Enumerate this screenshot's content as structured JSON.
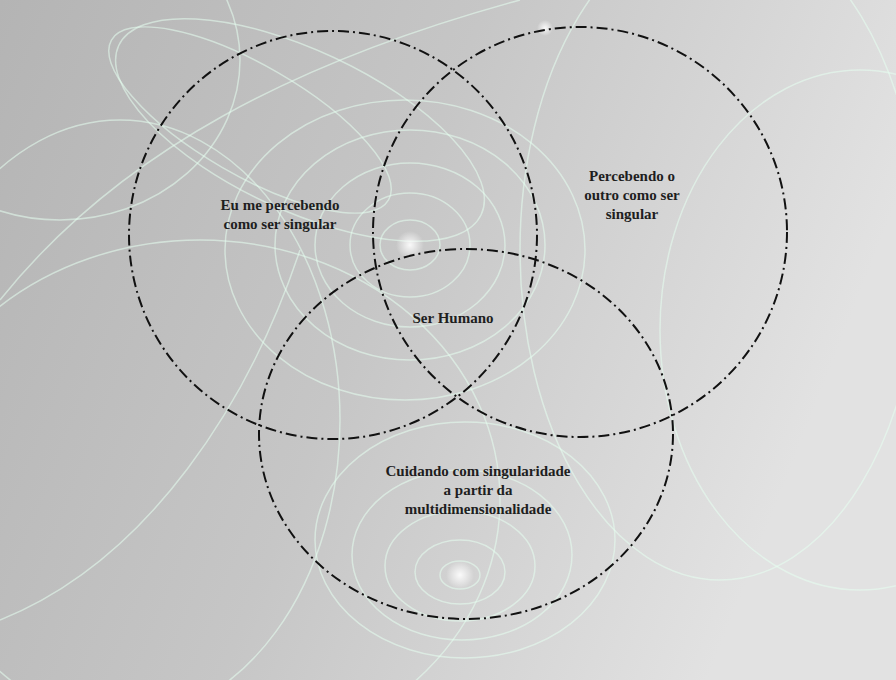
{
  "diagram": {
    "nodes": [
      {
        "text": [
          "Eu me percebendo como ser singular"
        ]
      },
      {
        "text": [
          "Percebendo o outro como ser singular"
        ]
      },
      {
        "text": [
          "Cuidando com singularidade a partir da multidimensionalidade"
        ]
      }
    ],
    "labels": [
      "Ser Humano"
    ]
  }
}
